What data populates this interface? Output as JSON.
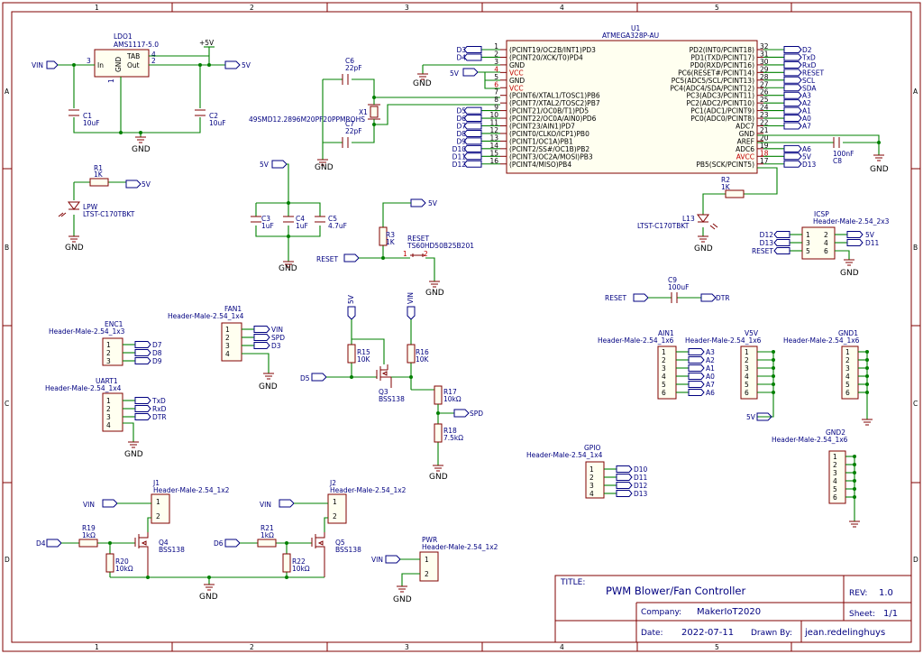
{
  "frame": {
    "cols": [
      "1",
      "2",
      "3",
      "4",
      "5"
    ],
    "rows": [
      "A",
      "B",
      "C",
      "D"
    ]
  },
  "title_block": {
    "title_label": "TITLE:",
    "title": "PWM Blower/Fan Controller",
    "rev_label": "REV:",
    "rev": "1.0",
    "company_label": "Company:",
    "company": "MakerIoT2020",
    "sheet_label": "Sheet:",
    "sheet": "1/1",
    "date_label": "Date:",
    "date": "2022-07-11",
    "drawn_label": "Drawn By:",
    "drawn": "jean.redelinghuys"
  },
  "nets": {
    "vin": "VIN",
    "v5": "5V",
    "plus5v": "+5V",
    "gnd": "GND",
    "reset": "RESET",
    "dtr": "DTR",
    "spd": "SPD",
    "txd": "TxD",
    "rxd": "RxD",
    "scl": "SCL",
    "sda": "SDA",
    "d2": "D2",
    "d3": "D3",
    "d4": "D4",
    "d5": "D5",
    "d6": "D6",
    "d7": "D7",
    "d8": "D8",
    "d9": "D9",
    "d10": "D10",
    "d11": "D11",
    "d12": "D12",
    "d13": "D13",
    "a0": "A0",
    "a1": "A1",
    "a2": "A2",
    "a3": "A3",
    "a6": "A6",
    "a7": "A7"
  },
  "ldo": {
    "ref": "LDO1",
    "value": "AMS1117-5.0",
    "pin_in": "In",
    "pin_out": "Out",
    "pin_gnd": "GND",
    "pin_tab": "TAB",
    "n3": "3",
    "n2": "2",
    "n4": "4",
    "n1": "1"
  },
  "caps": {
    "c1": {
      "ref": "C1",
      "value": "10uF"
    },
    "c2": {
      "ref": "C2",
      "value": "10uF"
    },
    "c3": {
      "ref": "C3",
      "value": "1uF"
    },
    "c4": {
      "ref": "C4",
      "value": "1uF"
    },
    "c5": {
      "ref": "C5",
      "value": "4.7uF"
    },
    "c6": {
      "ref": "C6",
      "value": "22pF"
    },
    "c7": {
      "ref": "C7",
      "value": "22pF"
    },
    "c8": {
      "ref": "C8",
      "value": "100nF"
    },
    "c9": {
      "ref": "C9",
      "value": "100uF"
    }
  },
  "crystal": {
    "ref": "X1",
    "value": "49SMD12.2896M20PF20PPMROHS"
  },
  "resistors": {
    "r1": {
      "ref": "R1",
      "value": "1K"
    },
    "r2": {
      "ref": "R2",
      "value": "1K"
    },
    "r3": {
      "ref": "R3",
      "value": "1K"
    },
    "r15": {
      "ref": "R15",
      "value": "10K"
    },
    "r16": {
      "ref": "R16",
      "value": "10K"
    },
    "r17": {
      "ref": "R17",
      "value": "10kΩ"
    },
    "r18": {
      "ref": "R18",
      "value": "7.5kΩ"
    },
    "r19": {
      "ref": "R19",
      "value": "1kΩ"
    },
    "r20": {
      "ref": "R20",
      "value": "10kΩ"
    },
    "r21": {
      "ref": "R21",
      "value": "1kΩ"
    },
    "r22": {
      "ref": "R22",
      "value": "10kΩ"
    }
  },
  "leds": {
    "lpw": {
      "ref": "LPW",
      "value": "LTST-C170TBKT"
    },
    "l13": {
      "ref": "L13",
      "value": "LTST-C170TBKT"
    }
  },
  "reset_sw": {
    "ref": "RESET",
    "value": "TS60HD50B25B201",
    "p1": "1",
    "p2": "2"
  },
  "mosfets": {
    "q3": {
      "ref": "Q3",
      "value": "BSS138"
    },
    "q4": {
      "ref": "Q4",
      "value": "BSS138"
    },
    "q5": {
      "ref": "Q5",
      "value": "BSS138"
    }
  },
  "mcu": {
    "ref": "U1",
    "value": "ATMEGA328P-AU",
    "left_pins": [
      {
        "num": "1",
        "name": "(PCINT19/OC2B/INT1)PD3",
        "net": "D3"
      },
      {
        "num": "2",
        "name": "(PCINT20/XCK/T0)PD4",
        "net": "D4"
      },
      {
        "num": "3",
        "name": "GND",
        "net": ""
      },
      {
        "num": "4",
        "name": "VCC",
        "net": "5V"
      },
      {
        "num": "5",
        "name": "GND",
        "net": ""
      },
      {
        "num": "6",
        "name": "VCC",
        "net": ""
      },
      {
        "num": "7",
        "name": "(PCINT6/XTAL1/TOSC1)PB6",
        "net": ""
      },
      {
        "num": "8",
        "name": "(PCINT7/XTAL2/TOSC2)PB7",
        "net": ""
      },
      {
        "num": "9",
        "name": "(PCINT21/OC0B/T1)PD5",
        "net": "D5"
      },
      {
        "num": "10",
        "name": "(PCINT22/OC0A/AIN0)PD6",
        "net": "D6"
      },
      {
        "num": "11",
        "name": "(PCINT23/AIN1)PD7",
        "net": "D7"
      },
      {
        "num": "12",
        "name": "(PCINT0/CLKO/ICP1)PB0",
        "net": "D8"
      },
      {
        "num": "13",
        "name": "(PCINT1/OC1A)PB1",
        "net": "D9"
      },
      {
        "num": "14",
        "name": "(PCINT2/SS#/OC1B)PB2",
        "net": "D10"
      },
      {
        "num": "15",
        "name": "(PCINT3/OC2A/MOSI)PB3",
        "net": "D11"
      },
      {
        "num": "16",
        "name": "(PCINT4/MISO)PB4",
        "net": "D12"
      }
    ],
    "right_pins": [
      {
        "num": "32",
        "name": "PD2(INT0/PCINT18)",
        "net": "D2"
      },
      {
        "num": "31",
        "name": "PD1(TXD/PCINT17)",
        "net": "TxD"
      },
      {
        "num": "30",
        "name": "PD0(RXD/PCINT16)",
        "net": "RxD"
      },
      {
        "num": "29",
        "name": "PC6(RESET#/PCINT14)",
        "net": "RESET"
      },
      {
        "num": "28",
        "name": "PC5(ADC5/SCL/PCINT13)",
        "net": "SCL"
      },
      {
        "num": "27",
        "name": "PC4(ADC4/SDA/PCINT12)",
        "net": "SDA"
      },
      {
        "num": "26",
        "name": "PC3(ADC3/PCINT11)",
        "net": "A3"
      },
      {
        "num": "25",
        "name": "PC2(ADC2/PCINT10)",
        "net": "A2"
      },
      {
        "num": "24",
        "name": "PC1(ADC1/PCINT9)",
        "net": "A1"
      },
      {
        "num": "23",
        "name": "PC0(ADC0/PCINT8)",
        "net": "A0"
      },
      {
        "num": "22",
        "name": "ADC7",
        "net": "A7"
      },
      {
        "num": "21",
        "name": "GND",
        "net": ""
      },
      {
        "num": "20",
        "name": "AREF",
        "net": ""
      },
      {
        "num": "19",
        "name": "ADC6",
        "net": "A6"
      },
      {
        "num": "18",
        "name": "AVCC",
        "net": "5V"
      },
      {
        "num": "17",
        "name": "PB5(SCK/PCINT5)",
        "net": "D13"
      }
    ]
  },
  "headers": {
    "icsp": {
      "ref": "ICSP",
      "value": "Header-Male-2.54_2x3",
      "left": [
        "D12",
        "D13",
        "RESET"
      ],
      "right": [
        "5V",
        "D11"
      ],
      "pins_l": [
        "1",
        "3",
        "5"
      ],
      "pins_r": [
        "2",
        "4",
        "6"
      ]
    },
    "enc1": {
      "ref": "ENC1",
      "value": "Header-Male-2.54_1x3",
      "nets": [
        "D7",
        "D8",
        "D9"
      ],
      "pins": [
        "1",
        "2",
        "3"
      ]
    },
    "fan1": {
      "ref": "FAN1",
      "value": "Header-Male-2.54_1x4",
      "nets": [
        "VIN",
        "SPD",
        "D3"
      ],
      "pins": [
        "1",
        "2",
        "3",
        "4"
      ]
    },
    "uart1": {
      "ref": "UART1",
      "value": "Header-Male-2.54_1x4",
      "nets": [
        "TxD",
        "RxD",
        "DTR"
      ],
      "pins": [
        "1",
        "2",
        "3",
        "4"
      ]
    },
    "ain1": {
      "ref": "AIN1",
      "value": "Header-Male-2.54_1x6",
      "nets": [
        "A3",
        "A2",
        "A1",
        "A0",
        "A7",
        "A6"
      ],
      "pins": [
        "1",
        "2",
        "3",
        "4",
        "5",
        "6"
      ]
    },
    "v5v": {
      "ref": "V5V",
      "value": "Header-Male-2.54_1x6",
      "pins": [
        "1",
        "2",
        "3",
        "4",
        "5",
        "6"
      ]
    },
    "gnd1": {
      "ref": "GND1",
      "value": "Header-Male-2.54_1x6",
      "pins": [
        "1",
        "2",
        "3",
        "4",
        "5",
        "6"
      ]
    },
    "gnd2": {
      "ref": "GND2",
      "value": "Header-Male-2.54_1x6",
      "pins": [
        "1",
        "2",
        "3",
        "4",
        "5",
        "6"
      ]
    },
    "gpio": {
      "ref": "GPIO",
      "value": "Header-Male-2.54_1x4",
      "nets": [
        "D10",
        "D11",
        "D12",
        "D13"
      ],
      "pins": [
        "1",
        "2",
        "3",
        "4"
      ]
    },
    "j1": {
      "ref": "J1",
      "value": "Header-Male-2.54_1x2",
      "pins": [
        "1",
        "2"
      ]
    },
    "j2": {
      "ref": "J2",
      "value": "Header-Male-2.54_1x2",
      "pins": [
        "1",
        "2"
      ]
    },
    "pwr": {
      "ref": "PWR",
      "value": "Header-Male-2.54_1x2",
      "pins": [
        "1",
        "2"
      ]
    }
  }
}
